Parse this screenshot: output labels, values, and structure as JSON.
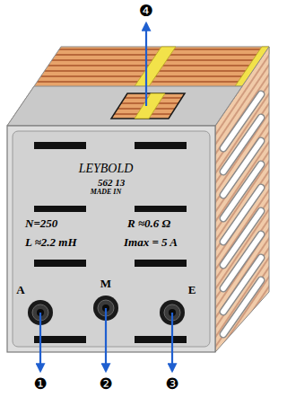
{
  "diagram": {
    "labels": [
      "❹",
      "LEYBOLD",
      "562 13",
      "MADE IN",
      "N=250",
      "R ≈0.6 Ω",
      "L ≈2.2 mH",
      "Imax = 5 A",
      "A",
      "M",
      "E",
      "❶",
      "❷",
      "❸"
    ]
  }
}
